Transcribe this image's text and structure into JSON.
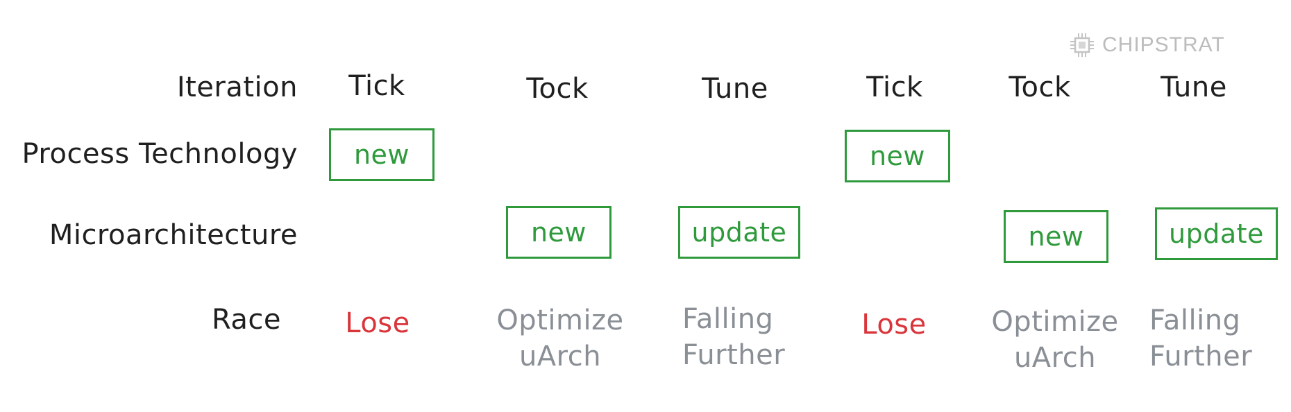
{
  "brand": {
    "name": "CHIPSTRAT",
    "icon": "chip-icon",
    "color": "#bcbcbc"
  },
  "rows": {
    "iteration": "Iteration",
    "process": "Process Technology",
    "uarch": "Microarchitecture",
    "race": "Race"
  },
  "columns": [
    {
      "iteration": "Tick",
      "process": "new",
      "uarch": "",
      "race": [
        "Lose"
      ],
      "race_status": "lose"
    },
    {
      "iteration": "Tock",
      "process": "",
      "uarch": "new",
      "race": [
        "Optimize",
        "uArch"
      ],
      "race_status": "neutral"
    },
    {
      "iteration": "Tune",
      "process": "",
      "uarch": "update",
      "race": [
        "Falling",
        "Further"
      ],
      "race_status": "neutral"
    },
    {
      "iteration": "Tick",
      "process": "new",
      "uarch": "",
      "race": [
        "Lose"
      ],
      "race_status": "lose"
    },
    {
      "iteration": "Tock",
      "process": "",
      "uarch": "new",
      "race": [
        "Optimize",
        "uArch"
      ],
      "race_status": "neutral"
    },
    {
      "iteration": "Tune",
      "process": "",
      "uarch": "update",
      "race": [
        "Falling",
        "Further"
      ],
      "race_status": "neutral"
    }
  ],
  "colors": {
    "box": "#2f9a3c",
    "lose": "#d9353b",
    "neutral": "#8a8f96",
    "label": "#1f1f1f"
  }
}
